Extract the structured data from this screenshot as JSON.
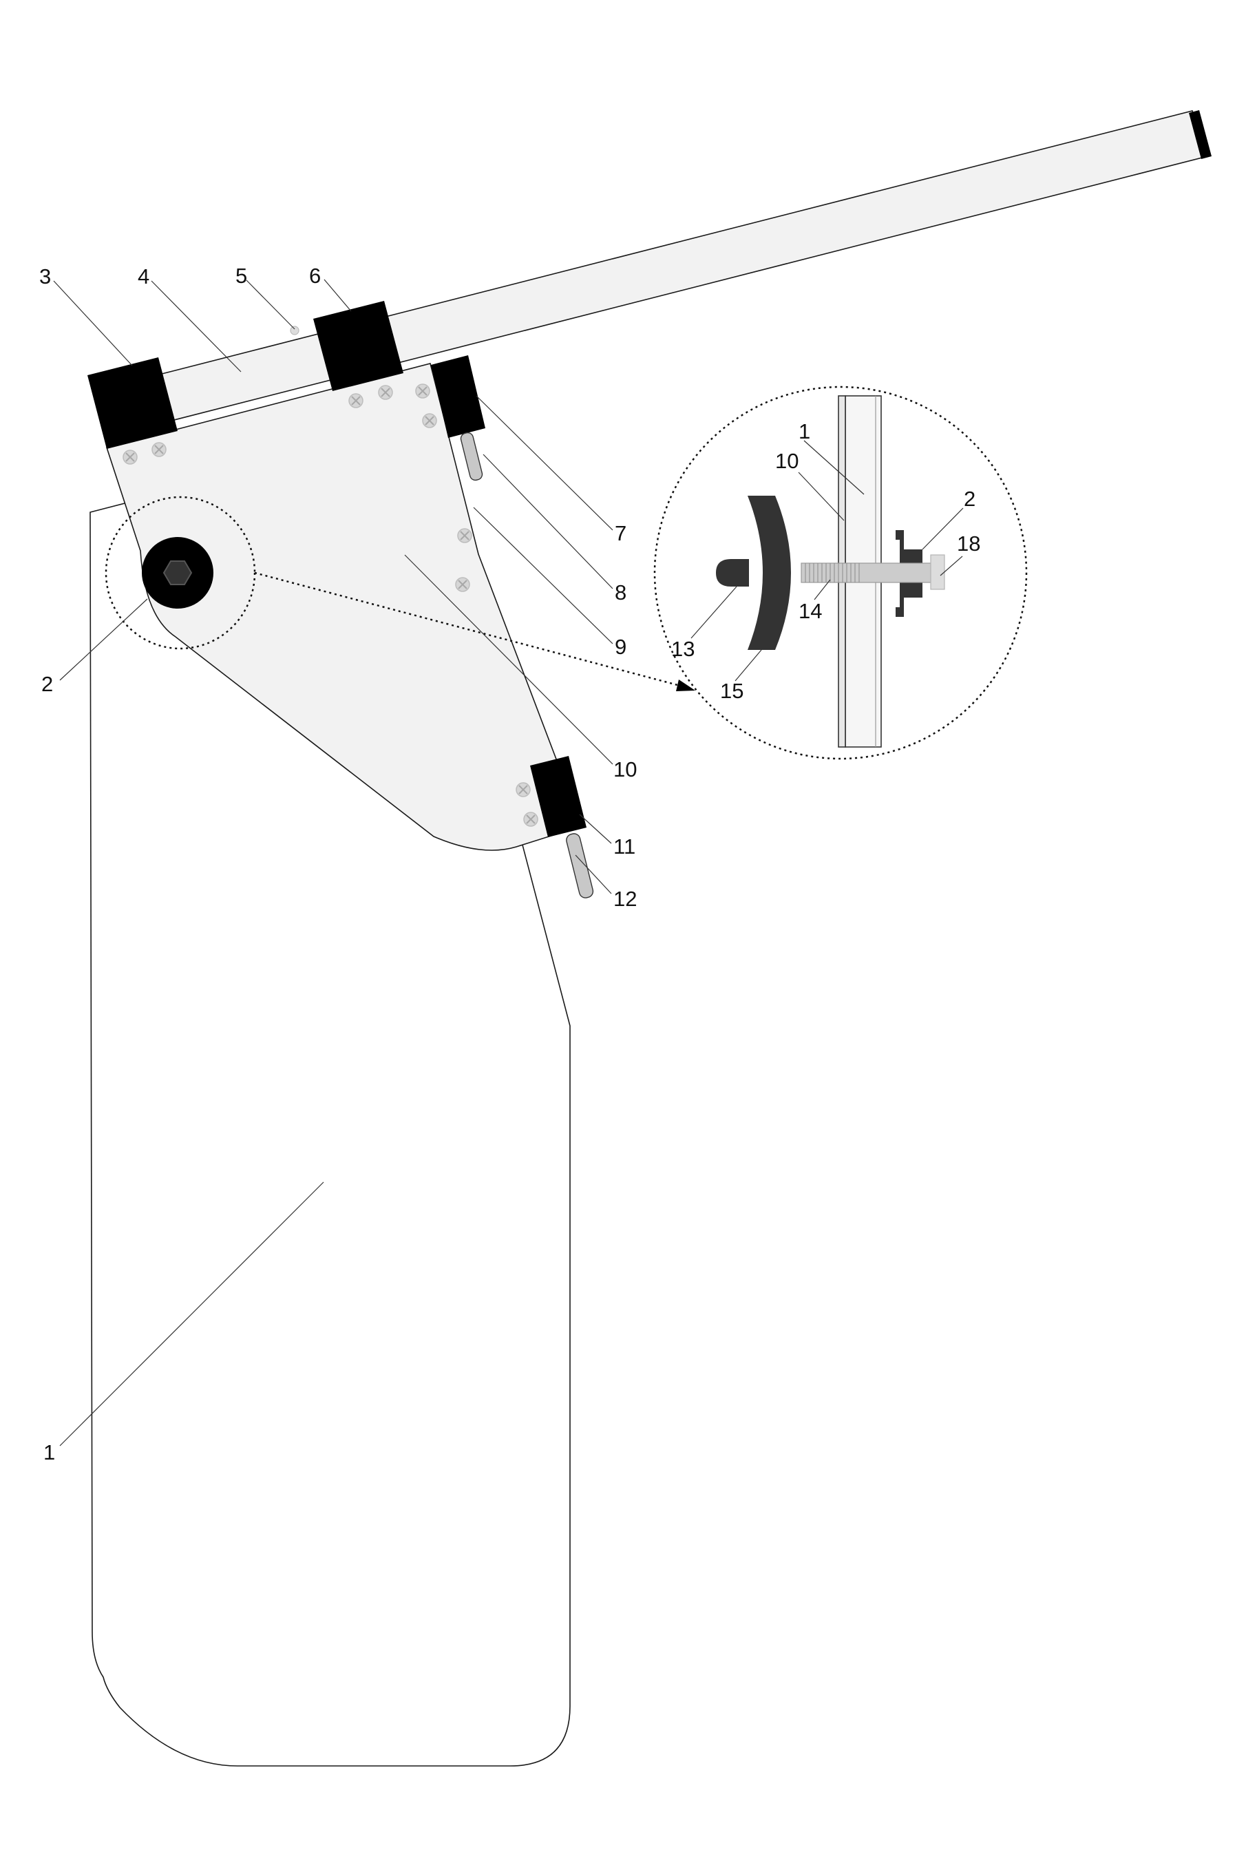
{
  "callouts": {
    "main": [
      "1",
      "2",
      "3",
      "4",
      "5",
      "6",
      "7",
      "8",
      "9",
      "10",
      "11",
      "12"
    ],
    "detail": [
      "1",
      "10",
      "2",
      "18",
      "14",
      "13",
      "15"
    ]
  },
  "colors": {
    "outline": "#1a1a1a",
    "plate_fill": "#f2f2f2",
    "block_fill": "#000000",
    "rubber_fill": "#333333",
    "screw_fill": "#d6d6d6",
    "bolt_fill": "#c8c8c8"
  }
}
